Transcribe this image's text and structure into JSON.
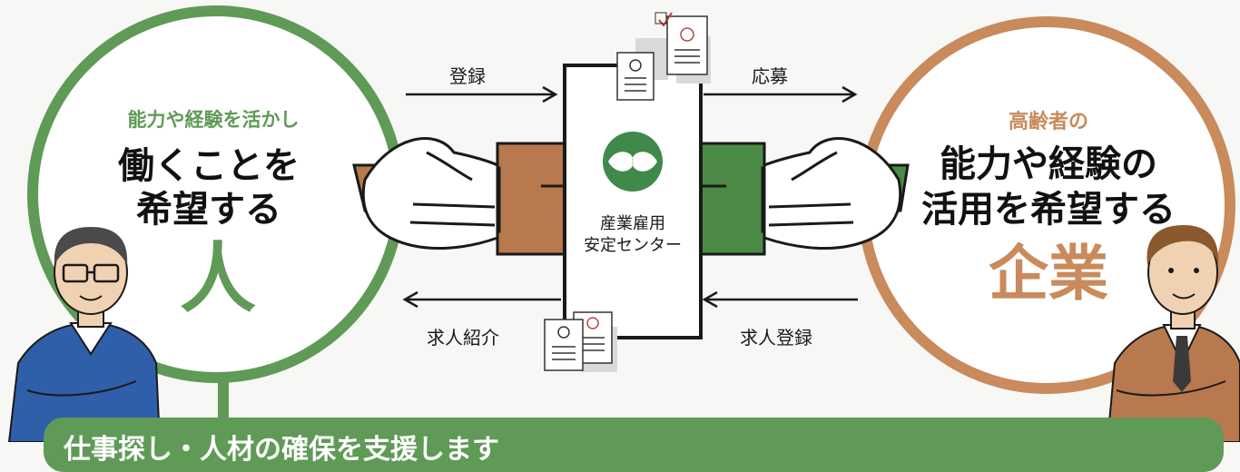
{
  "left": {
    "subtitle": "能力や経験を活かし",
    "line1": "働くことを",
    "line2": "希望する",
    "big": "人"
  },
  "right": {
    "subtitle": "高齢者の",
    "line1": "能力や経験の",
    "line2": "活用を希望する",
    "big": "企業"
  },
  "center": {
    "line1": "産業雇用",
    "line2": "安定センター"
  },
  "arrows": {
    "register": "登録",
    "apply": "応募",
    "referral": "求人紹介",
    "job_registration": "求人登録"
  },
  "banner": {
    "text": "仕事探し・人材の確保を支援します"
  },
  "colors": {
    "green": "#5f9a57",
    "orange": "#c98a5c",
    "brown_block": "#b7794d",
    "green_block": "#4b8b45"
  }
}
